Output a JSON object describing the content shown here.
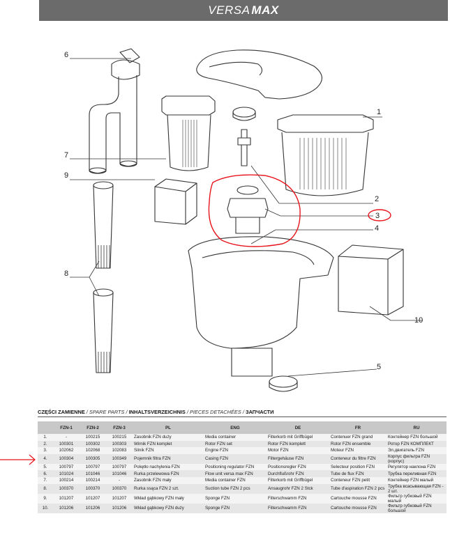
{
  "header": {
    "brand_light": "VERSA",
    "brand_bold": "MAX"
  },
  "callouts": [
    "1",
    "2",
    "3",
    "4",
    "5",
    "6",
    "7",
    "8",
    "9",
    "10"
  ],
  "table": {
    "title_pl": "CZĘŚCI ZAMIENNE",
    "title_en": "SPARE PARTS",
    "title_de": "INHALTSVERZEICHNIS",
    "title_fr": "PIECES DETACHÉES",
    "title_ru": "ЗАПЧАСТИ",
    "sep": " / ",
    "columns": [
      "",
      "FZN-1",
      "FZN-2",
      "FZN-3",
      "PL",
      "ENG",
      "DE",
      "FR",
      "RU"
    ],
    "rows": [
      [
        "1.",
        "-",
        "100215",
        "100215",
        "Zasobnik FZN duży",
        "Media container",
        "Filterkorb mit Griffbügel",
        "Contenuer FZN grand",
        "Контейнер FZN большой"
      ],
      [
        "2.",
        "100301",
        "100302",
        "100303",
        "Wirnik FZN komplet",
        "Rotor FZN set",
        "Rotor FZN komplett",
        "Rotor FZN ensemble",
        "Ротор FZN КОМПЛЕКТ"
      ],
      [
        "3.",
        "102062",
        "102068",
        "102083",
        "Silnik FZN",
        "Engine FZN",
        "Motor FZN",
        "Moteur FZN",
        "Эл.двигатель FZN"
      ],
      [
        "4.",
        "100304",
        "100305",
        "100349",
        "Pojemnik filtra FZN",
        "Casing FZN",
        "Filtergehäuse FZN",
        "Conteneur du filtre FZN",
        "Корпус фильтра FZN (корпус)"
      ],
      [
        "5.",
        "100797",
        "100797",
        "100797",
        "Pokętło nachylenia FZN",
        "Positioning regulator FZN",
        "Positionsregler FZN",
        "Selecteur position FZN",
        "Регулятор наклона FZN"
      ],
      [
        "6.",
        "101024",
        "101046",
        "101046",
        "Rurka przelewowa FZN",
        "Flow unit versa max FZN",
        "Durchflußrohr FZN",
        "Tube de flux FZN",
        "Трубка переливная FZN"
      ],
      [
        "7.",
        "100214",
        "100214",
        "-",
        "Zasobnik FZN mały",
        "Media container FZN",
        "Filterkorb mit Griffbügel",
        "Conteneur FZN petit",
        "Контейнер FZN малый"
      ],
      [
        "8.",
        "100370",
        "100370",
        "100370",
        "Rurka ssąca FZN 2 szt.",
        "Suction tube FZN 2 pcs",
        "Ansaugrohr FZN   2 Stck",
        "Tube d'aspiration FZN 2 pcs",
        "Трубка всасывающая FZN - 2 шт."
      ],
      [
        "9.",
        "101207",
        "101207",
        "101207",
        "Wkład gąbkowy FZN mały",
        "Sponge FZN",
        "Filterschwamm FZN",
        "Cartouche mousse FZN",
        "Фильтр губковый FZN малый"
      ],
      [
        "10.",
        "101206",
        "101206",
        "101206",
        "Wkład gąbkowy FZN duży",
        "Sponge FZN",
        "Filterschwamm FZN",
        "Cartouche mousse FZN",
        "Фильтр губковый FZN большой"
      ]
    ]
  },
  "colors": {
    "banner": "#6b6b6b",
    "highlight": "#e8141c",
    "header_cell": "#c8c8c8"
  }
}
